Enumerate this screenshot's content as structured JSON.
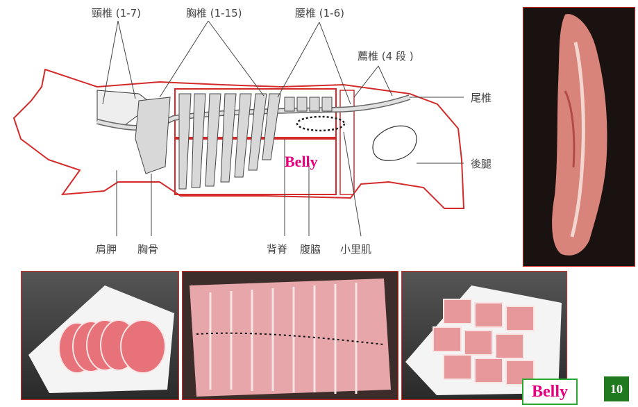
{
  "labels": {
    "cervical": "頸椎 (1-7)",
    "thoracic": "胸椎 (1-15)",
    "lumbar": "腰椎 (1-6)",
    "sacral": "薦椎 (4 段 )",
    "tail": "尾椎",
    "ham": "後腿",
    "shoulder": "肩胛",
    "breastbone": "胸骨",
    "loin": "背脊",
    "belly_flank": "腹脇",
    "tenderloin": "小里肌",
    "belly_diagram": "Belly",
    "belly_badge": "Belly",
    "page_number": "10"
  },
  "colors": {
    "outline": "#d42a2a",
    "belly_text": "#e6007e",
    "page_badge": "#1f7a1f",
    "badge_border": "#29a832"
  }
}
